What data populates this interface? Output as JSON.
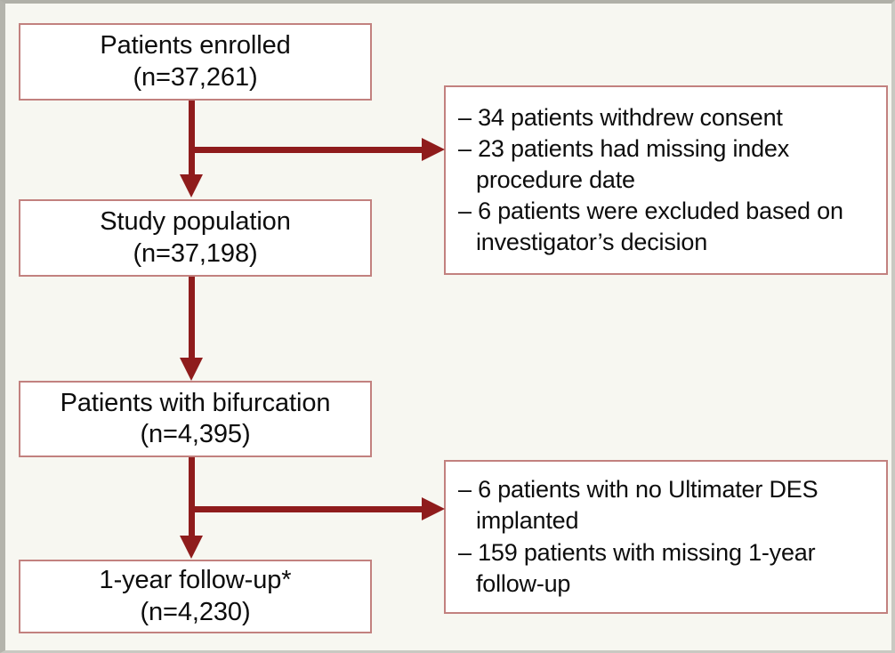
{
  "figure": {
    "type": "flowchart",
    "orientation": "vertical-with-right-exclusions",
    "colors": {
      "background": "#f7f7f1",
      "box_fill": "#ffffff",
      "box_border": "#c2817f",
      "connector": "#8f1c1c",
      "text": "#0d0d0d",
      "outer_frame": "#b4b4ac"
    }
  },
  "flow": {
    "nodes": [
      {
        "id": "enrolled",
        "line1": "Patients enrolled",
        "line2": "(n=37,261)"
      },
      {
        "id": "study-population",
        "line1": "Study population",
        "line2": "(n=37,198)"
      },
      {
        "id": "bifurcation",
        "line1": "Patients with bifurcation",
        "line2": "(n=4,395)"
      },
      {
        "id": "follow-up",
        "line1": "1-year follow-up*",
        "line2": "(n=4,230)"
      }
    ],
    "exclusions": [
      {
        "id": "exclusion-enrollment",
        "items": [
          "– 34 patients withdrew consent",
          "– 23 patients had missing index procedure date",
          "– 6 patients were excluded based on investigator’s decision"
        ]
      },
      {
        "id": "exclusion-followup",
        "items": [
          "– 6 patients with no Ultimater DES implanted",
          "– 159 patients with missing 1-year follow-up"
        ]
      }
    ]
  }
}
